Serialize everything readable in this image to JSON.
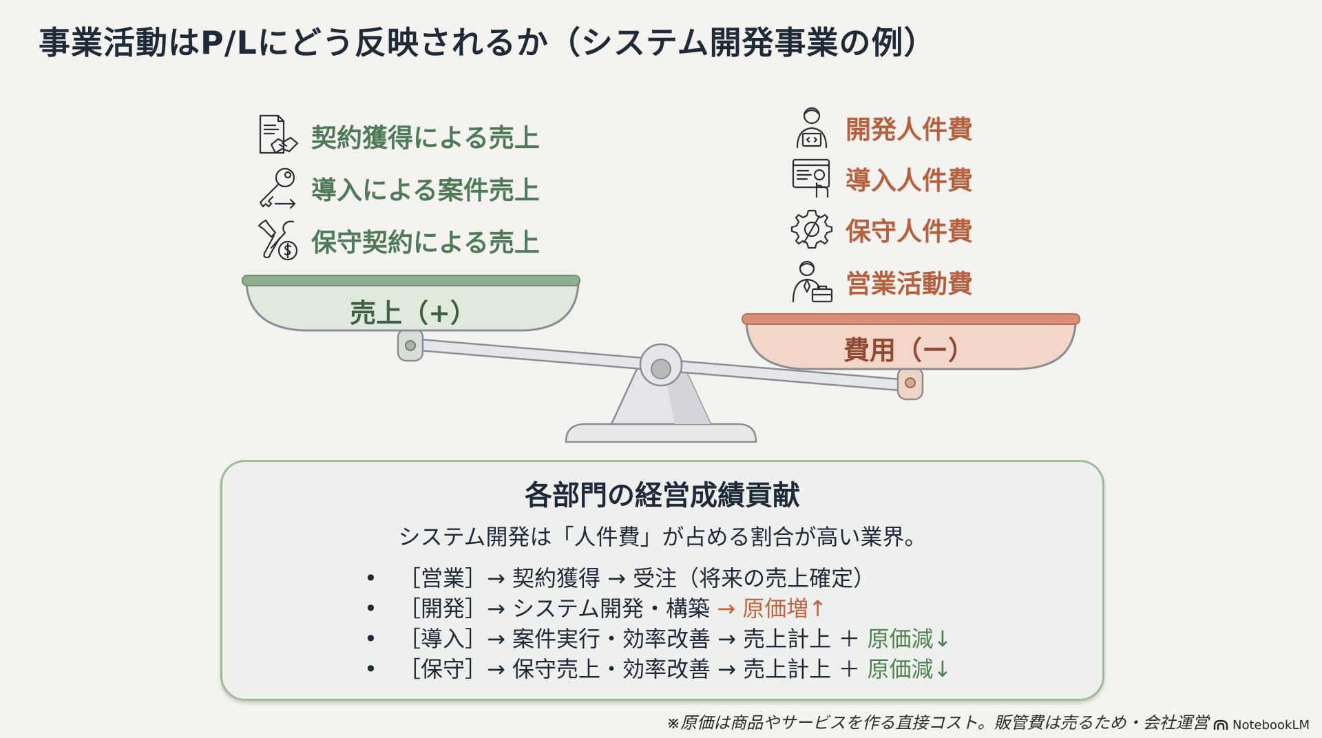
{
  "title": "事業活動はP/Lにどう反映されるか（システム開発事業の例）",
  "revenue": {
    "items": [
      {
        "icon": "contract-handshake-icon",
        "label": "契約獲得による売上"
      },
      {
        "icon": "key-arrow-icon",
        "label": "導入による案件売上"
      },
      {
        "icon": "tools-dollar-icon",
        "label": "保守契約による売上"
      }
    ],
    "pan_label": "売上（+）"
  },
  "cost": {
    "items": [
      {
        "icon": "developer-person-icon",
        "label": "開発人件費"
      },
      {
        "icon": "screen-touch-icon",
        "label": "導入人件費"
      },
      {
        "icon": "gear-wrench-icon",
        "label": "保守人件費"
      },
      {
        "icon": "salesperson-briefcase-icon",
        "label": "営業活動費"
      }
    ],
    "pan_label": "費用（ー）"
  },
  "colors": {
    "revenue_pan": "#dfe9dc",
    "revenue_rim": "#8fb08f",
    "cost_pan": "#f4d6c8",
    "cost_rim": "#d98f75",
    "text_green": "#4f7a5a",
    "text_red": "#b5603f"
  },
  "info": {
    "title": "各部門の経営成績貢献",
    "subtitle": "システム開発は「人件費」が占める割合が高い業界。",
    "bullets": [
      {
        "dot": "•",
        "main": "［営業］→ 契約獲得 → 受注（将来の売上確定）",
        "accent": "",
        "accent_type": ""
      },
      {
        "dot": "•",
        "main": "［開発］→ システム開発・構築 ",
        "accent": "→ 原価増↑",
        "accent_type": "red"
      },
      {
        "dot": "•",
        "main": "［導入］→ 案件実行・効率改善 → 売上計上 ＋ ",
        "accent": "原価減↓",
        "accent_type": "green"
      },
      {
        "dot": "•",
        "main": "［保守］→ 保守売上・効率改善 → 売上計上 ＋ ",
        "accent": "原価減↓",
        "accent_type": "green"
      }
    ]
  },
  "footnote": "※原価は商品やサービスを作る直接コスト。販管費は売るため・会社運営",
  "badge": "NotebookLM"
}
